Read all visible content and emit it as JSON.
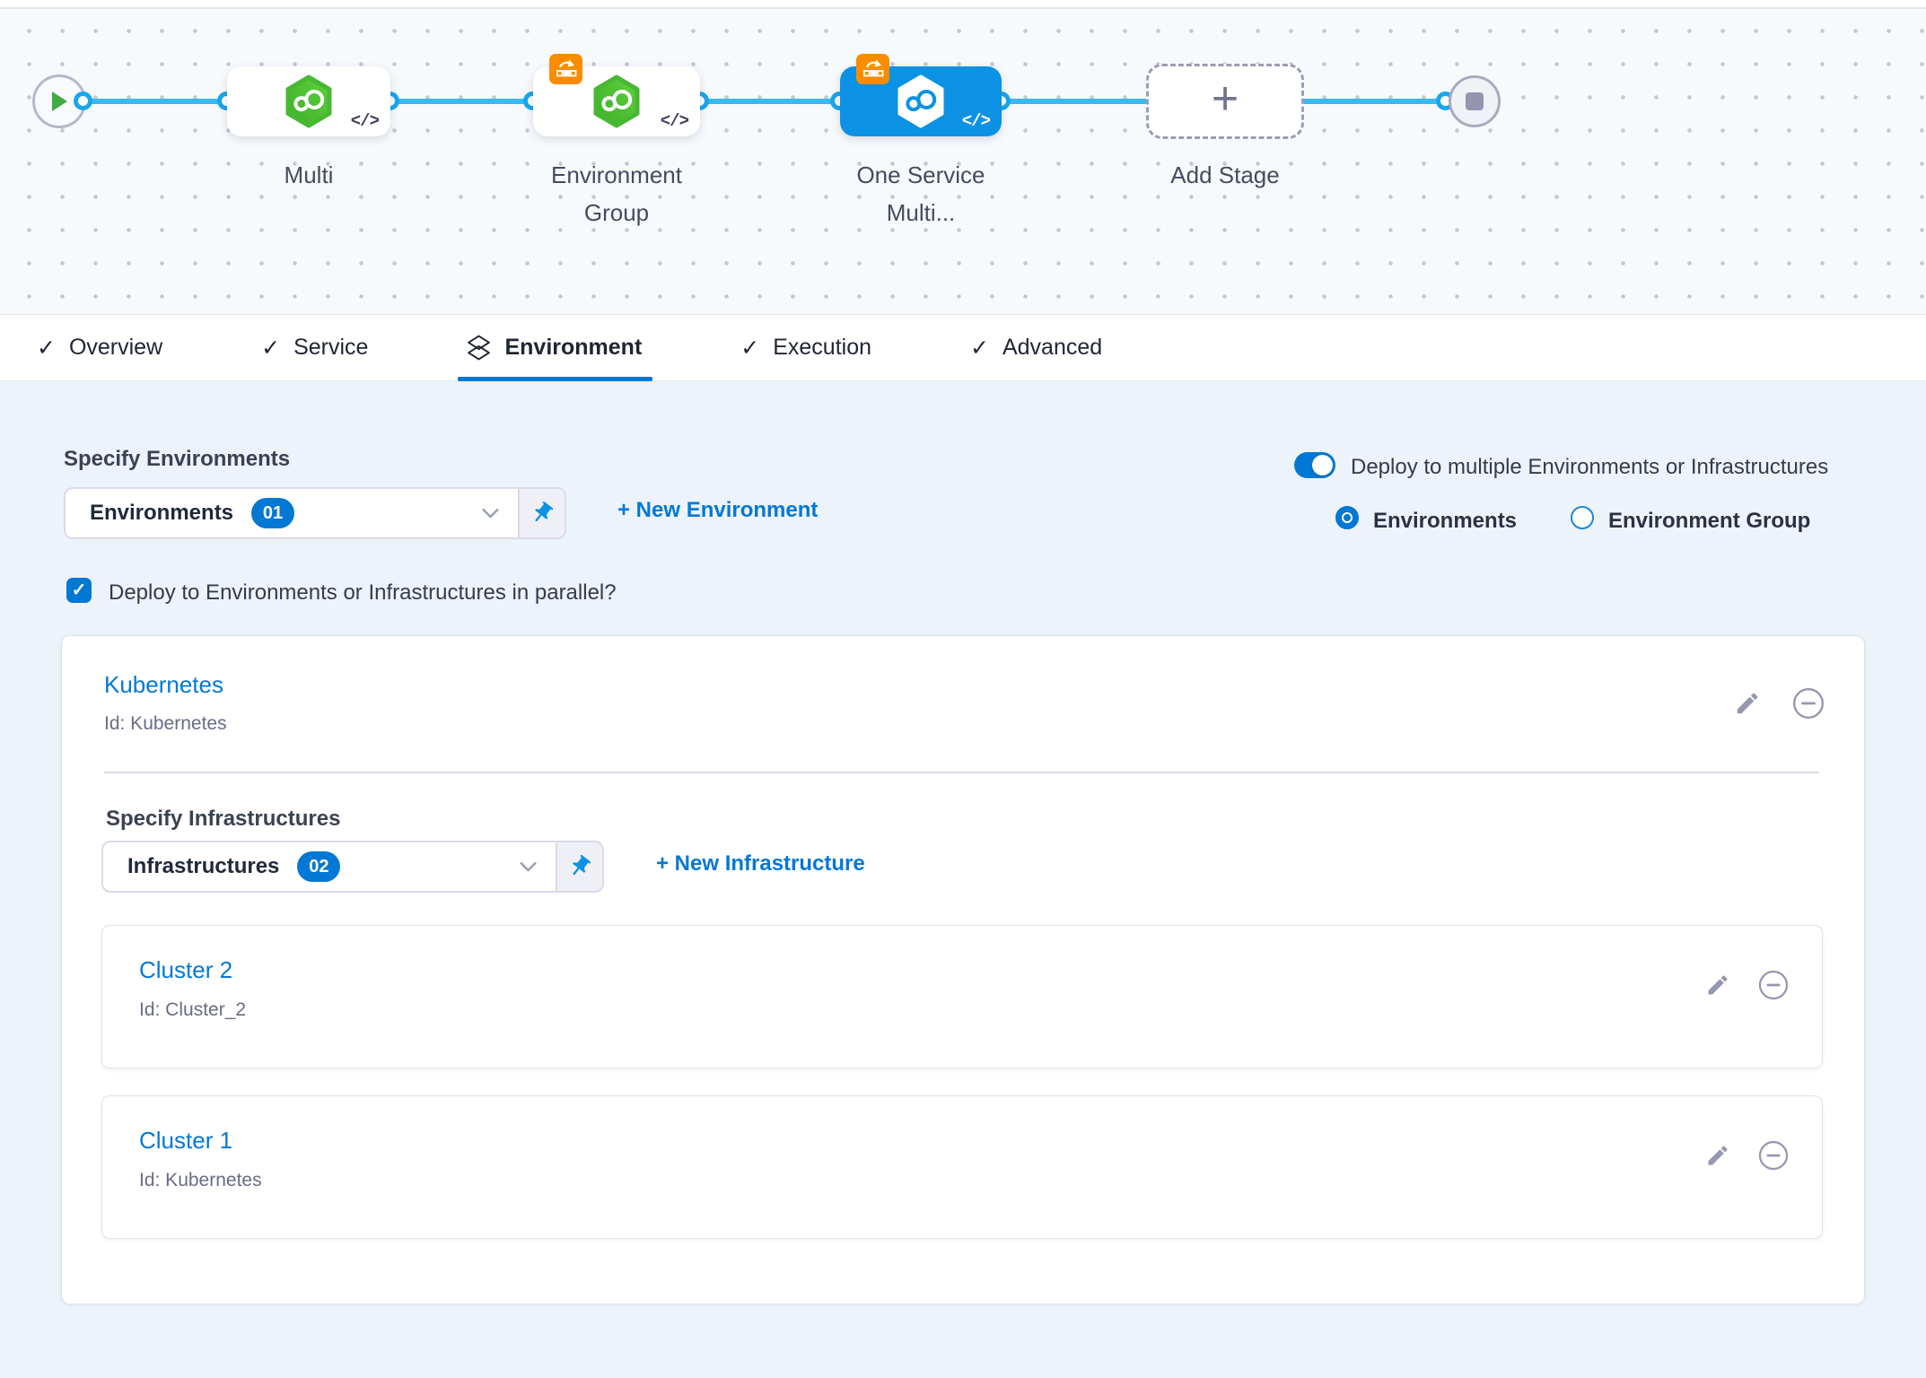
{
  "pipeline": {
    "nodes": {
      "multi": "Multi",
      "environment_group": "Environment Group",
      "one_service": "One Service Multi...",
      "add_stage": "Add Stage"
    }
  },
  "tabs": [
    "Overview",
    "Service",
    "Environment",
    "Execution",
    "Advanced"
  ],
  "icons": {
    "check": "✓",
    "code": "</>",
    "plus": "+"
  },
  "environment_tab": {
    "specify_environments": "Specify Environments",
    "environments_select": {
      "value": "Environments",
      "count": "01"
    },
    "new_environment": "+ New Environment",
    "multi_env_toggle": "Deploy to multiple Environments or Infrastructures",
    "radio_environments": "Environments",
    "radio_environment_group": "Environment Group",
    "parallel_checkbox": "Deploy to Environments or Infrastructures in parallel?",
    "environment": {
      "name": "Kubernetes",
      "id": "Id: Kubernetes",
      "specify_infrastructures": "Specify Infrastructures",
      "infrastructures_select": {
        "value": "Infrastructures",
        "count": "02"
      },
      "new_infrastructure": "+ New Infrastructure",
      "infrastructures": [
        {
          "name": "Cluster 2",
          "id": "Id: Cluster_2"
        },
        {
          "name": "Cluster 1",
          "id": "Id: Kubernetes"
        }
      ]
    }
  },
  "colors": {
    "primary": "#0278d5",
    "selected_node": "#0b92e4",
    "connector": "#38b9f2",
    "badge_orange": "#fb8c00",
    "logo_green": "#4dc324"
  }
}
